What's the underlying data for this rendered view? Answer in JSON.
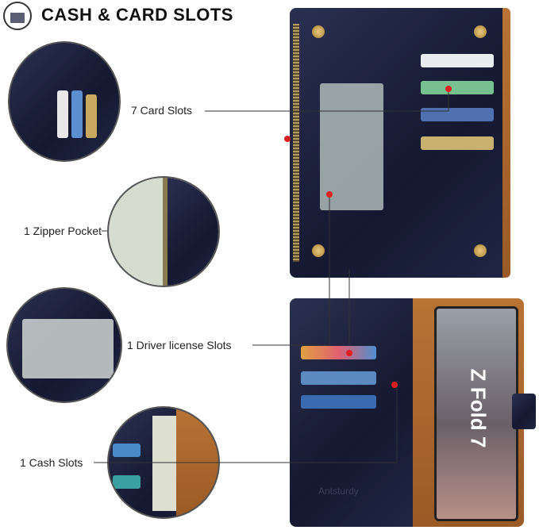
{
  "header": {
    "title": "CASH & CARD SLOTS",
    "icon": "wallet-icon"
  },
  "callouts": [
    {
      "label": "7 Card Slots"
    },
    {
      "label": "1 Zipper Pocket"
    },
    {
      "label": "1 Driver license Slots"
    },
    {
      "label": "1 Cash Slots"
    }
  ],
  "product": {
    "brand_emboss": "Antsturdy",
    "phone_text": "Z Fold 7"
  },
  "colors": {
    "leather_navy": "#1a1e36",
    "leather_brown": "#a8652c",
    "callout_dot": "#e02020"
  }
}
